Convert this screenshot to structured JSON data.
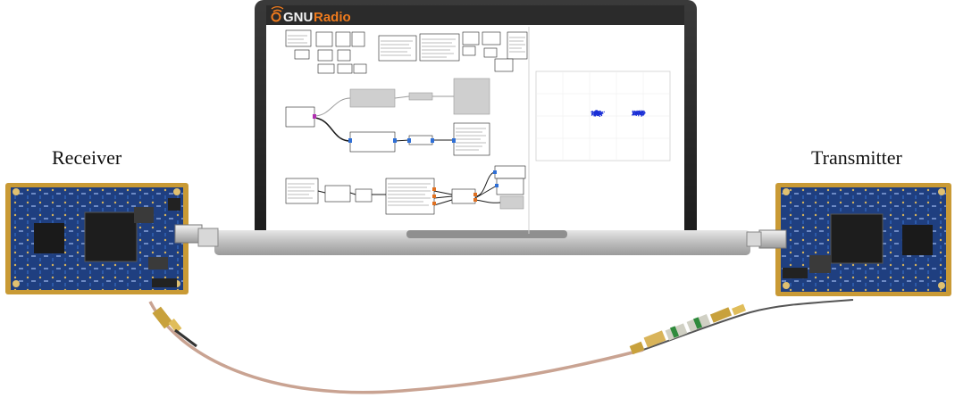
{
  "labels": {
    "receiver": "Receiver",
    "transmitter": "Transmitter"
  },
  "screen": {
    "logo_prefix": "GNU",
    "logo_suffix": "Radio"
  },
  "colors": {
    "board_blue": "#1f3f80",
    "board_gold": "#c99a35",
    "cable": "#c9a392",
    "logo_orange": "#f07b1d",
    "plot_points": "#1a2fd6"
  },
  "icons": {
    "logo": "gnuradio-logo-icon"
  }
}
